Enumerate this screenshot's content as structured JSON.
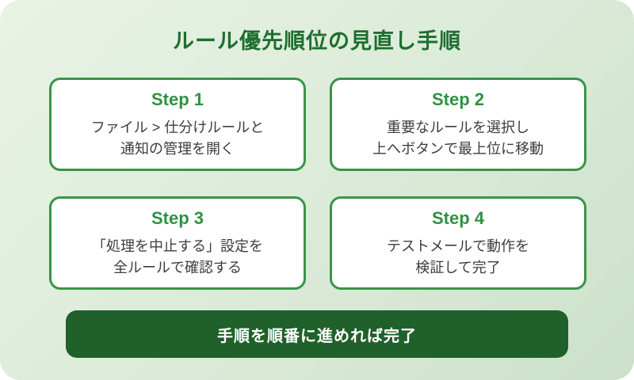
{
  "page": {
    "title": "ルール優先順位の見直し手順"
  },
  "colors": {
    "background_gradient_start": "#e9f3e6",
    "background_gradient_end": "#cbe1c9",
    "card_border": "#389547",
    "step_label": "#2e9241",
    "title": "#1d6f2f",
    "banner_background": "#20602a",
    "banner_text": "#ffffff",
    "body_text": "#3d3d3d"
  },
  "steps": [
    {
      "label": "Step 1",
      "lines": [
        "ファイル > 仕分けルールと",
        "通知の管理を開く"
      ]
    },
    {
      "label": "Step 2",
      "lines": [
        "重要なルールを選択し",
        "上へボタンで最上位に移動"
      ]
    },
    {
      "label": "Step 3",
      "lines": [
        "「処理を中止する」設定を",
        "全ルールで確認する"
      ]
    },
    {
      "label": "Step 4",
      "lines": [
        "テストメールで動作を",
        "検証して完了"
      ]
    }
  ],
  "footer": {
    "label": "手順を順番に進めれば完了"
  }
}
